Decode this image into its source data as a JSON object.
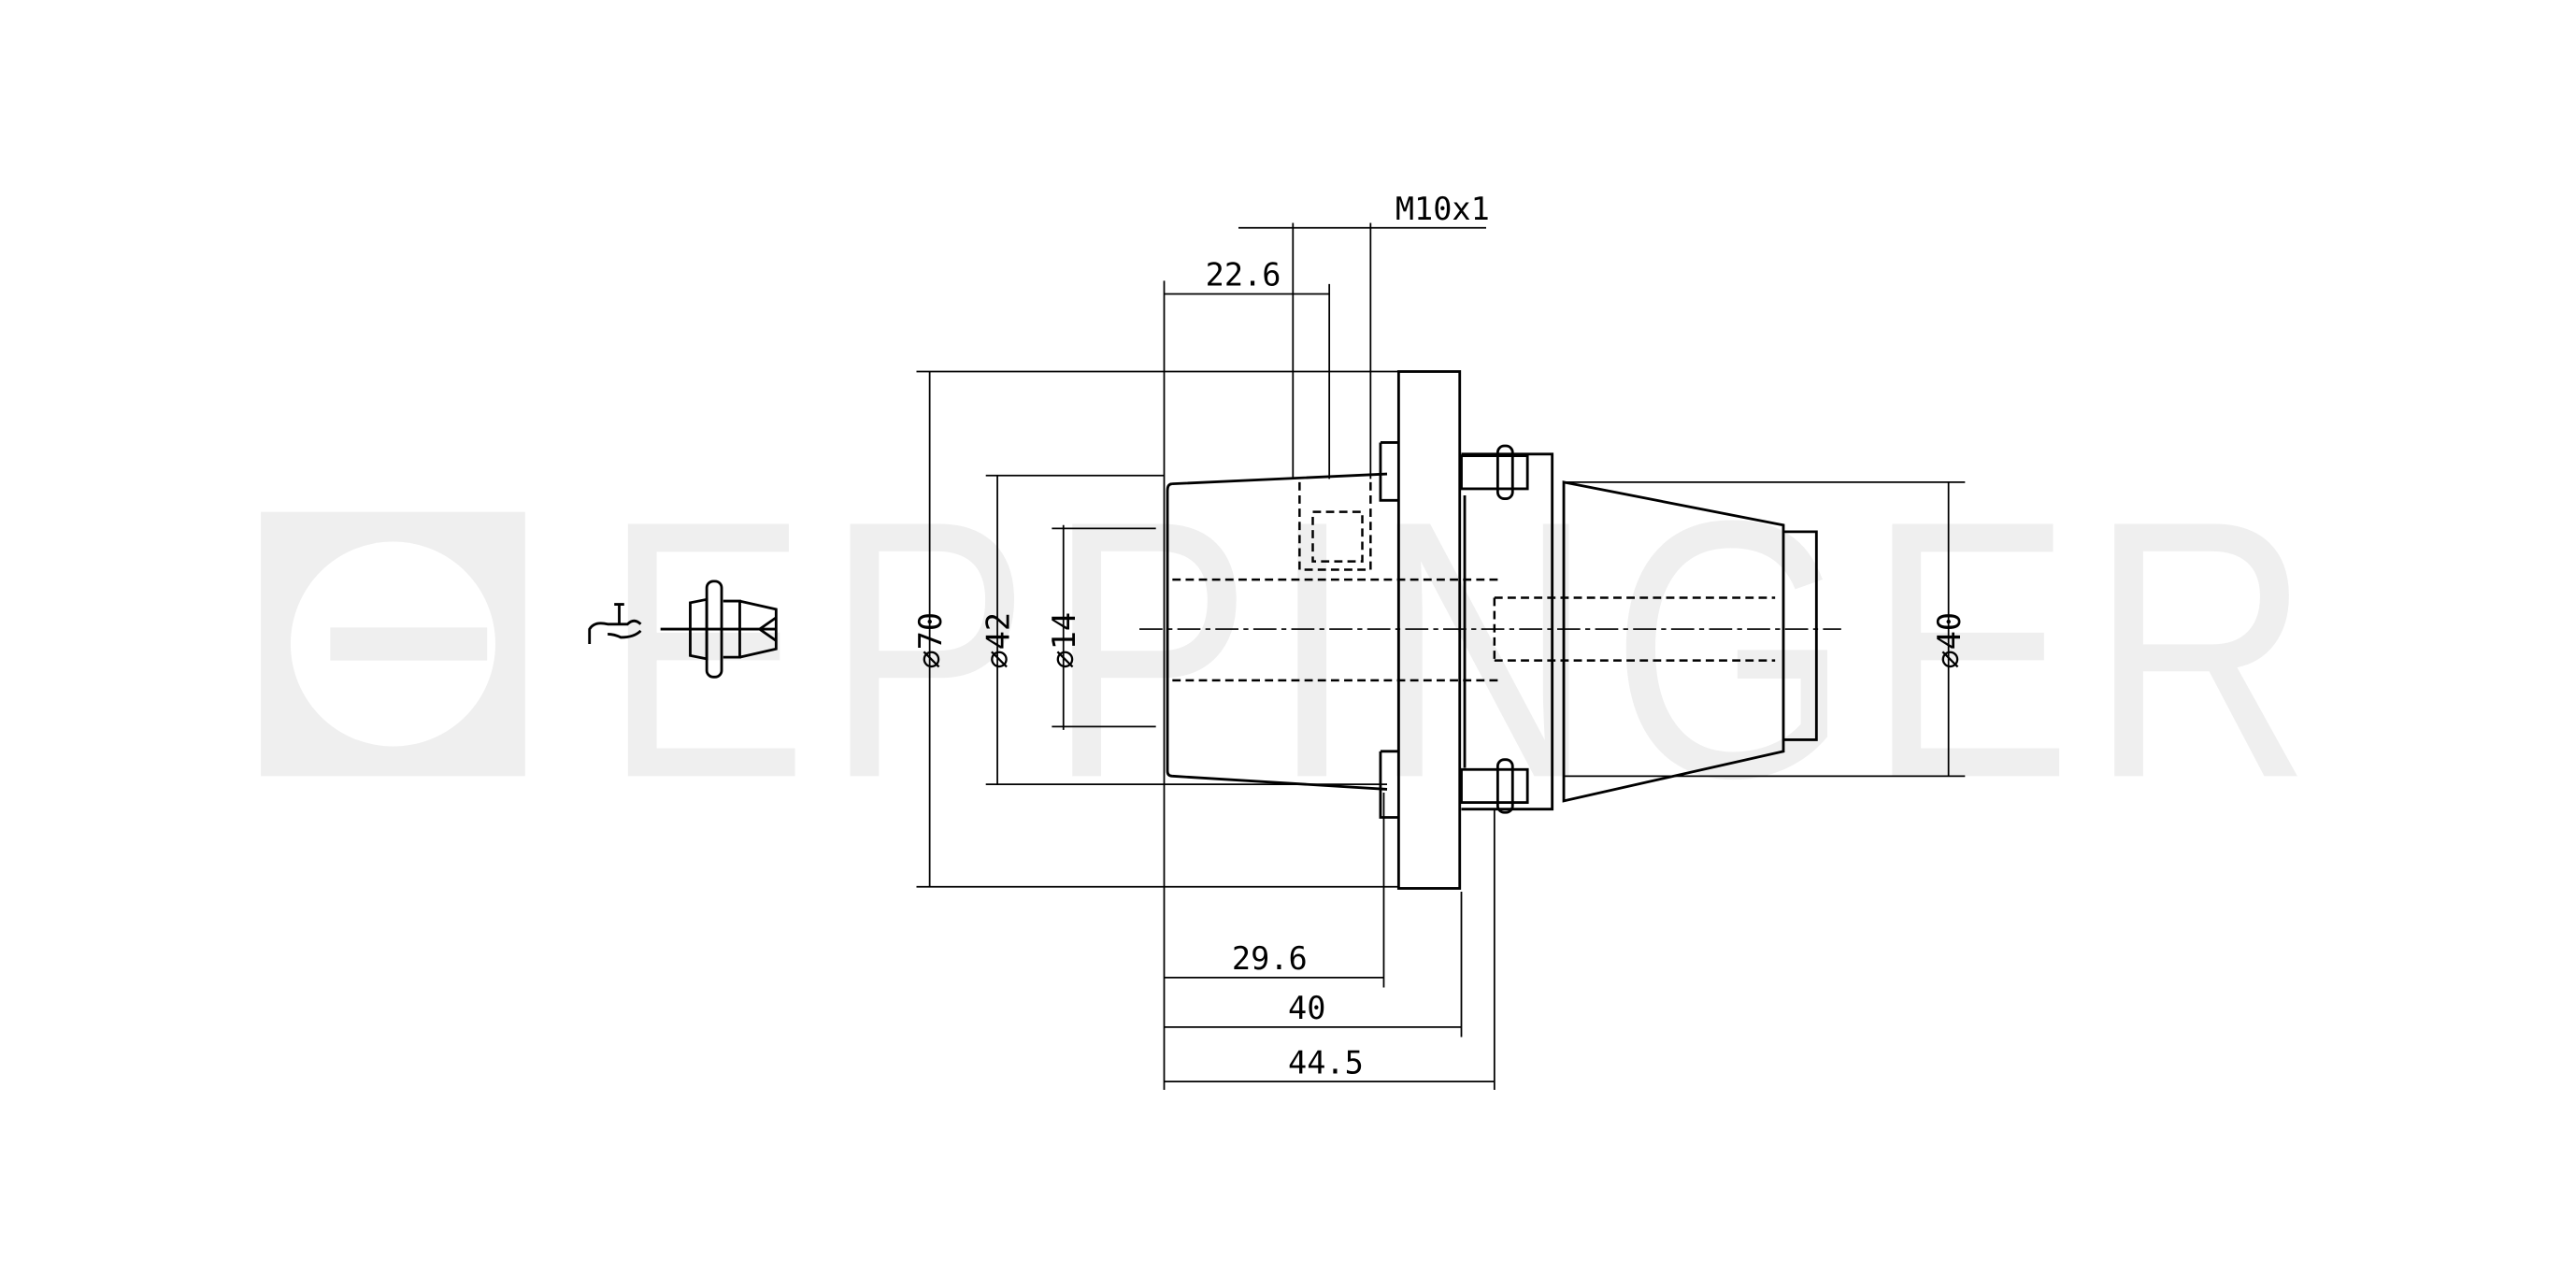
{
  "watermark": {
    "brand": "EPPINGER"
  },
  "dimensions": {
    "dia_70": "⌀70",
    "dia_42": "⌀42",
    "dia_14": "⌀14",
    "dia_40": "⌀40",
    "len_22_6": "22.6",
    "thread": "M10x1",
    "len_29_6": "29.6",
    "len_40": "40",
    "len_44_5": "44.5"
  },
  "icons": [
    "coolant-tap-icon",
    "tool-holder-icon"
  ]
}
